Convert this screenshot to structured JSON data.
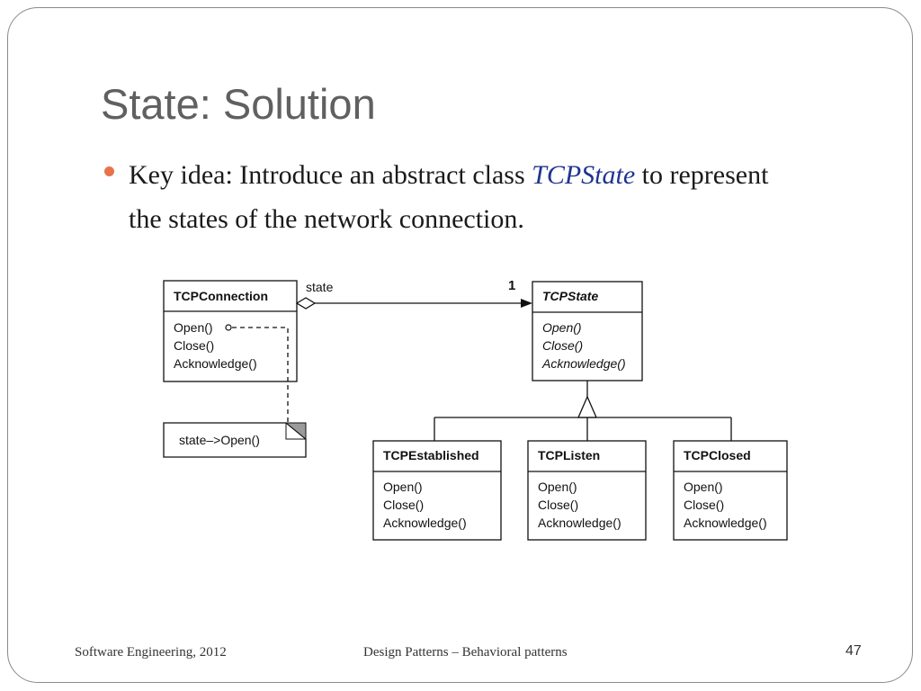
{
  "slide": {
    "title": "State: Solution",
    "bullet": {
      "prefix": "Key idea: Introduce an abstract class ",
      "emphasis": "TCPState",
      "suffix": " to represent the states of the network connection."
    }
  },
  "diagram": {
    "connection": {
      "name": "TCPConnection",
      "operations": [
        "Open()",
        "Close()",
        "Acknowledge()"
      ]
    },
    "note": "state–>Open()",
    "association": {
      "role": "state",
      "multiplicity": "1"
    },
    "abstract_state": {
      "name": "TCPState",
      "operations": [
        "Open()",
        "Close()",
        "Acknowledge()"
      ]
    },
    "subclasses": [
      {
        "name": "TCPEstablished",
        "operations": [
          "Open()",
          "Close()",
          "Acknowledge()"
        ]
      },
      {
        "name": "TCPListen",
        "operations": [
          "Open()",
          "Close()",
          "Acknowledge()"
        ]
      },
      {
        "name": "TCPClosed",
        "operations": [
          "Open()",
          "Close()",
          "Acknowledge()"
        ]
      }
    ]
  },
  "footer": {
    "left": "Software Engineering, 2012",
    "center": "Design Patterns – Behavioral patterns",
    "page_number": "47"
  },
  "colors": {
    "bullet": "#e8734a",
    "emphasis": "#1f3590",
    "title": "#606060"
  }
}
